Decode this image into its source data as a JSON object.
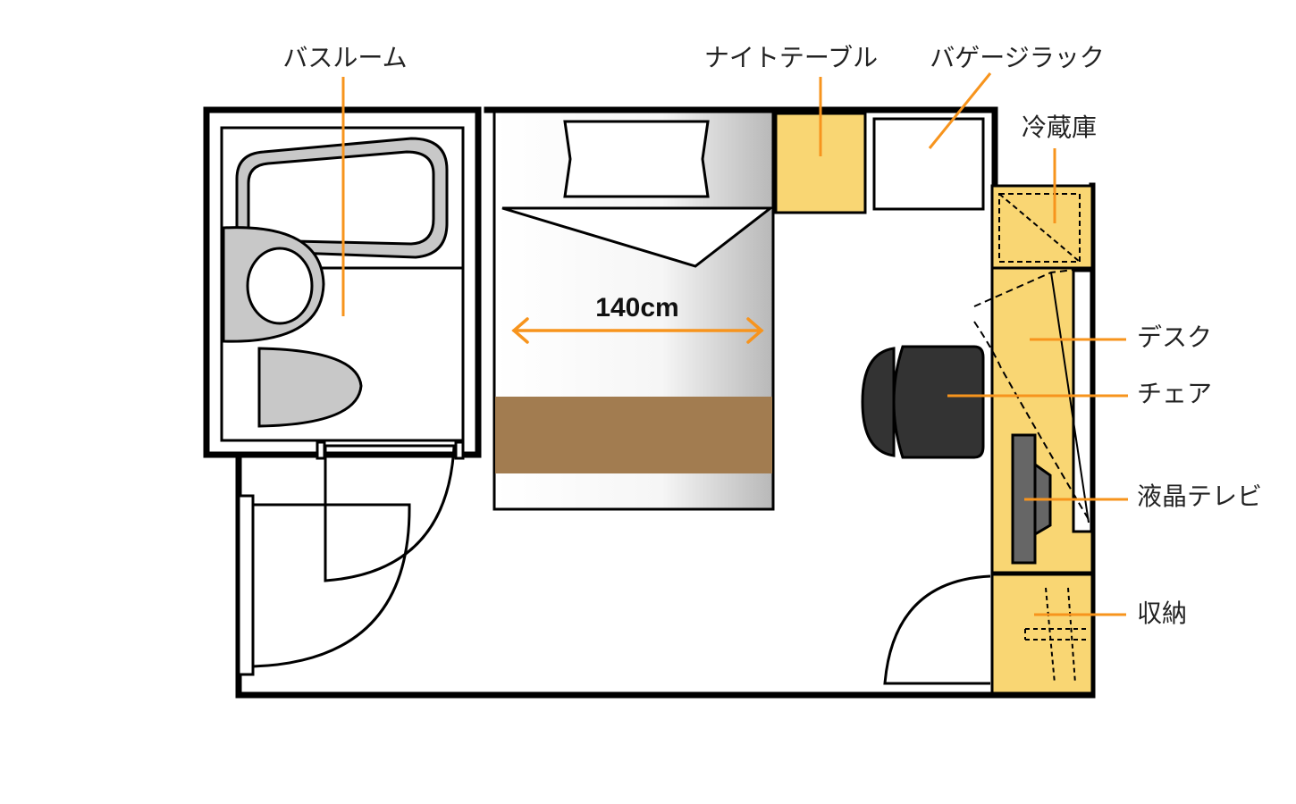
{
  "labels": {
    "bathroom": "バスルーム",
    "night_table": "ナイトテーブル",
    "luggage_rack": "バゲージラック",
    "fridge": "冷蔵庫",
    "desk": "デスク",
    "chair": "チェア",
    "tv": "液晶テレビ",
    "storage": "収納"
  },
  "bed_width": "140cm",
  "colors": {
    "furniture_yellow": "#f9d673",
    "accent_orange": "#f7941d",
    "bed_band": "#a27c50",
    "chair": "#333333",
    "tv": "#666666",
    "fixture_gray": "#c8c8c8"
  }
}
